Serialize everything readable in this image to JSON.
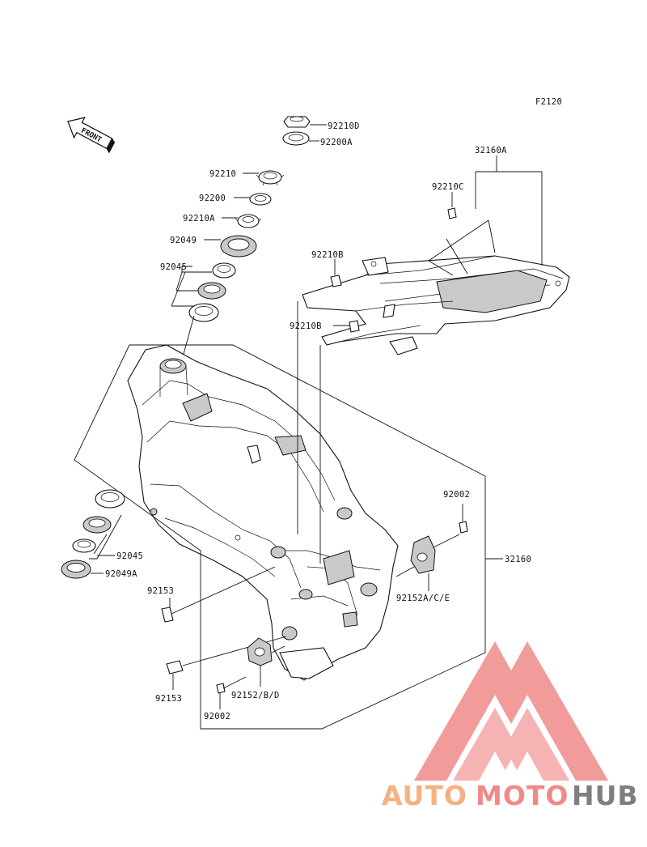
{
  "diagram": {
    "code": "F2120",
    "front_marker": "FRONT",
    "labels": {
      "p92210D": "92210D",
      "p92200A": "92200A",
      "p92210": "92210",
      "p92200": "92200",
      "p92210A": "92210A",
      "p92049": "92049",
      "p92045_top": "92045",
      "p32160A": "32160A",
      "p92210C": "92210C",
      "p92210B_1": "92210B",
      "p92210B_2": "92210B",
      "p92045_bottom": "92045",
      "p92049A": "92049A",
      "p92153_1": "92153",
      "p92153_2": "92153",
      "p92002_right": "92002",
      "p32160": "32160",
      "p92152ACE": "92152A/C/E",
      "p92152BD": "92152/B/D",
      "p92002_bottom": "92002"
    }
  },
  "watermark": {
    "word_part1": "AUTO",
    "word_part2": "MOTO",
    "word_part3": "HUB",
    "color_orange": "#f4b183",
    "color_red": "#ef8a8a",
    "color_grey": "#7f7f7f"
  }
}
